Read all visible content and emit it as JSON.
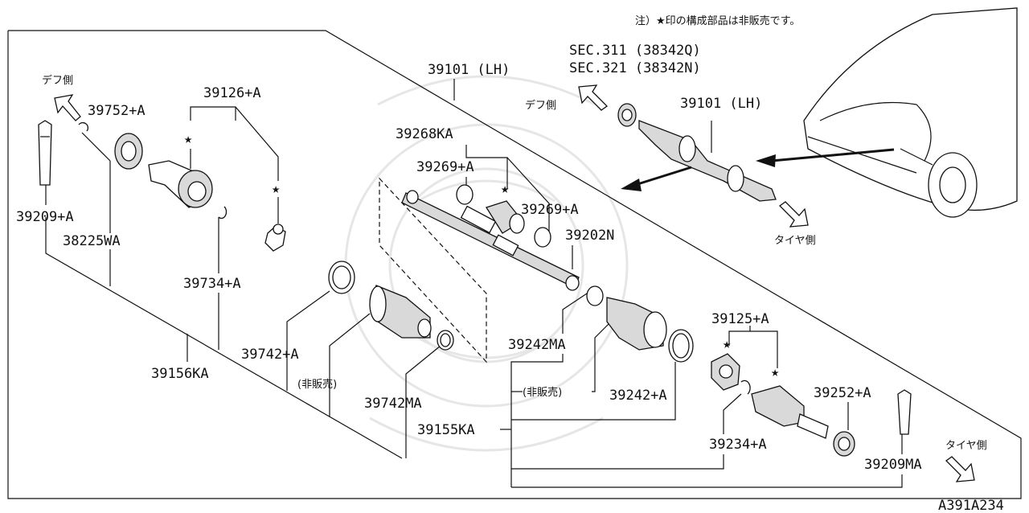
{
  "note": "注）★印の構成部品は非販売です。",
  "figure_code": "A391A234",
  "direction_labels": {
    "diff_left": "デフ側",
    "diff_top": "デフ側",
    "tire_mid": "タイヤ側",
    "tire_right": "タイヤ側"
  },
  "section_refs": {
    "sec311": "SEC.311 (38342Q)",
    "sec321": "SEC.321 (38342N)"
  },
  "parts": {
    "p39101_main": "39101 (LH)",
    "p39101_inset": "39101 (LH)",
    "p39126": "39126+A",
    "p39752": "39752+A",
    "p39209a": "39209+A",
    "p38225": "38225WA",
    "p39734": "39734+A",
    "p39156": "39156KA",
    "p39742a": "39742+A",
    "hihanbai1": "(非販売)",
    "p39742ma": "39742MA",
    "p39268": "39268KA",
    "p39269a_l": "39269+A",
    "p39269a_r": "39269+A",
    "p39202": "39202N",
    "p39242ma": "39242MA",
    "hihanbai2": "(非販売)",
    "p39242a": "39242+A",
    "p39155": "39155KA",
    "p39125": "39125+A",
    "p39252": "39252+A",
    "p39234": "39234+A",
    "p39209ma": "39209MA"
  }
}
